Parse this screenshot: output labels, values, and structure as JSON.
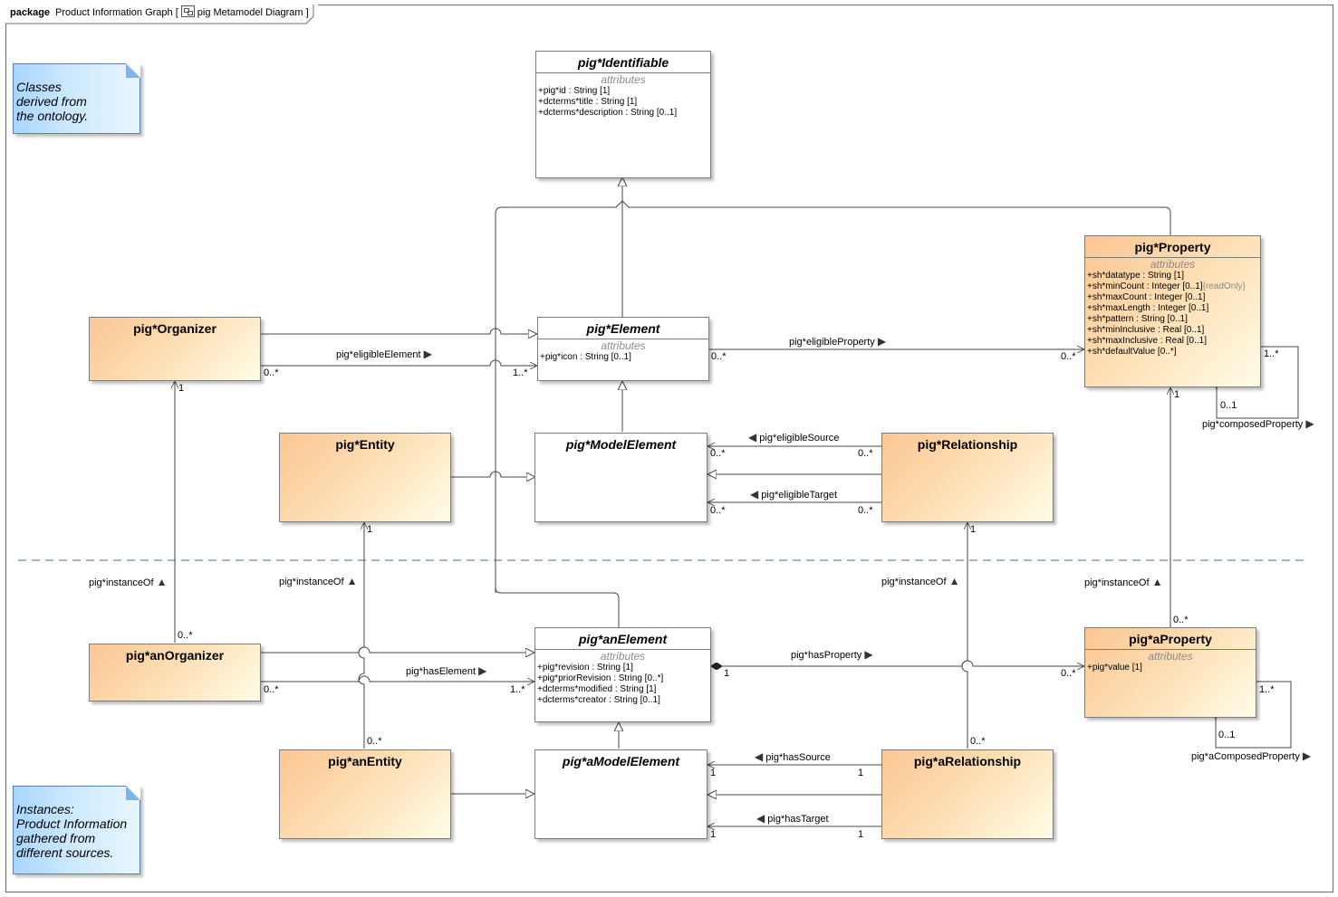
{
  "frame": {
    "keyword": "package",
    "name": "Product Information Graph",
    "bracket_open": "[",
    "diagram_name": "pig Metamodel Diagram",
    "bracket_close": "]",
    "icon": "diagram-icon"
  },
  "notes": {
    "classes": "Classes\nderived from\nthe ontology.",
    "instances": "Instances:\nProduct Information\ngathered from\ndifferent sources."
  },
  "classes": {
    "identifiable": {
      "name": "pig*Identifiable",
      "compartment": "attributes",
      "attributes": [
        "+pig*id : String [1]",
        "+dcterms*title : String [1]",
        "+dcterms*description : String [0..1]"
      ]
    },
    "element": {
      "name": "pig*Element",
      "compartment": "attributes",
      "attributes": [
        "+pig*icon : String [0..1]"
      ]
    },
    "organizer": {
      "name": "pig*Organizer"
    },
    "entity": {
      "name": "pig*Entity"
    },
    "model_element": {
      "name": "pig*ModelElement"
    },
    "relationship": {
      "name": "pig*Relationship"
    },
    "property": {
      "name": "pig*Property",
      "compartment": "attributes",
      "attributes": [
        "+sh*datatype : String [1]",
        "+sh*minCount : Integer [0..1]",
        "+sh*maxCount : Integer [0..1]",
        "+sh*maxLength : Integer [0..1]",
        "+sh*pattern : String [0..1]",
        "+sh*minInclusive : Real [0..1]",
        "+sh*maxInclusive : Real [0..1]",
        "+sh*defaultValue [0..*]"
      ],
      "readonly_tag": "{readOnly}"
    },
    "an_organizer": {
      "name": "pig*anOrganizer"
    },
    "an_element": {
      "name": "pig*anElement",
      "compartment": "attributes",
      "attributes": [
        "+pig*revision : String [1]",
        "+pig*priorRevision : String [0..*]",
        "+dcterms*modified : String [1]",
        "+dcterms*creator : String [0..1]"
      ]
    },
    "an_entity": {
      "name": "pig*anEntity"
    },
    "a_model_element": {
      "name": "pig*aModelElement"
    },
    "a_relationship": {
      "name": "pig*aRelationship"
    },
    "a_property": {
      "name": "pig*aProperty",
      "compartment": "attributes",
      "attributes": [
        "+pig*value [1]"
      ]
    }
  },
  "associations": {
    "eligible_element": "pig*eligibleElement",
    "eligible_property": "pig*eligibleProperty",
    "eligible_source": "pig*eligibleSource",
    "eligible_target": "pig*eligibleTarget",
    "composed_property": "pig*composedProperty",
    "instance_of": "pig*instanceOf",
    "has_element": "pig*hasElement",
    "has_property": "pig*hasProperty",
    "has_source": "pig*hasSource",
    "has_target": "pig*hasTarget",
    "a_composed_property": "pig*aComposedProperty"
  },
  "multiplicities": {
    "zero_many": "0..*",
    "one_many": "1..*",
    "one": "1",
    "zero_one": "0..1"
  },
  "colors": {
    "class_fill": "#fbc693",
    "note_fill": "#a8d5ff",
    "separator": "#3b6fa0"
  }
}
